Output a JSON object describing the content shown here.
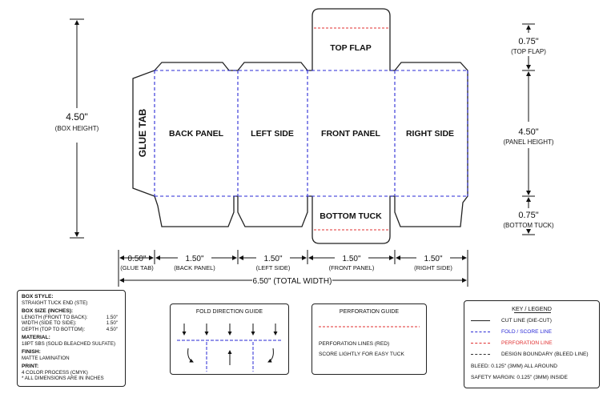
{
  "panels": {
    "glue_tab": "GLUE TAB",
    "back_panel": "BACK PANEL",
    "left_side": "LEFT SIDE",
    "front_panel": "FRONT PANEL",
    "right_side": "RIGHT SIDE",
    "top_flap": "TOP FLAP",
    "bottom_tuck": "BOTTOM TUCK"
  },
  "dimensions": {
    "box_height_value": "4.50\"",
    "box_height_label": "(BOX HEIGHT)",
    "top_flap_value": "0.75\"",
    "top_flap_label": "(TOP FLAP)",
    "panel_height_value": "4.50\"",
    "panel_height_label": "(PANEL HEIGHT)",
    "bottom_tuck_value": "0.75\"",
    "bottom_tuck_label": "(BOTTOM TUCK)",
    "glue_tab_value": "0.50\"",
    "glue_tab_label": "(GLUE TAB)",
    "back_value": "1.50\"",
    "back_label": "(BACK PANEL)",
    "left_value": "1.50\"",
    "left_label": "(LEFT SIDE)",
    "front_value": "1.50\"",
    "front_label": "(FRONT PANEL)",
    "right_value": "1.50\"",
    "right_label": "(RIGHT SIDE)",
    "total_width": "6.50\" (TOTAL WIDTH)"
  },
  "spec": {
    "style_heading": "BOX STYLE:",
    "style_value": "STRAIGHT TUCK END (STE)",
    "size_heading": "BOX SIZE (INCHES):",
    "length_label": "LENGTH (FRONT TO BACK):",
    "length_value": "1.50\"",
    "width_label": "WIDTH (SIDE TO SIDE):",
    "width_value": "1.50\"",
    "depth_label": "DEPTH (TOP TO BOTTOM):",
    "depth_value": "4.50\"",
    "material_heading": "MATERIAL:",
    "material_value": "18PT SBS (SOLID BLEACHED SULFATE)",
    "finish_heading": "FINISH:",
    "finish_value": "MATTE LAMINATION",
    "print_heading": "PRINT:",
    "print_value": "4 COLOR PROCESS (CMYK)",
    "note": "* ALL DIMENSIONS ARE IN INCHES"
  },
  "fold_guide": {
    "title": "FOLD DIRECTION GUIDE"
  },
  "perforation_guide": {
    "title": "PERFORATION GUIDE",
    "line1": "PERFORATION LINES (RED)",
    "line2": "SCORE LIGHTLY FOR EASY TUCK"
  },
  "legend": {
    "title": "KEY / LEGEND",
    "cut": "CUT LINE (DIE-CUT)",
    "fold": "FOLD / SCORE LINE",
    "perforation": "PERFORATION LINE",
    "design": "DESIGN BOUNDARY (BLEED LINE)",
    "bleed": "BLEED:   0.125\" (3MM) ALL AROUND",
    "safety": "SAFETY MARGIN:   0.125\" (3MM) INSIDE"
  },
  "colors": {
    "cut": "#222222",
    "fold": "#2a2ad6",
    "perforation": "#e03030",
    "design": "#333333"
  }
}
